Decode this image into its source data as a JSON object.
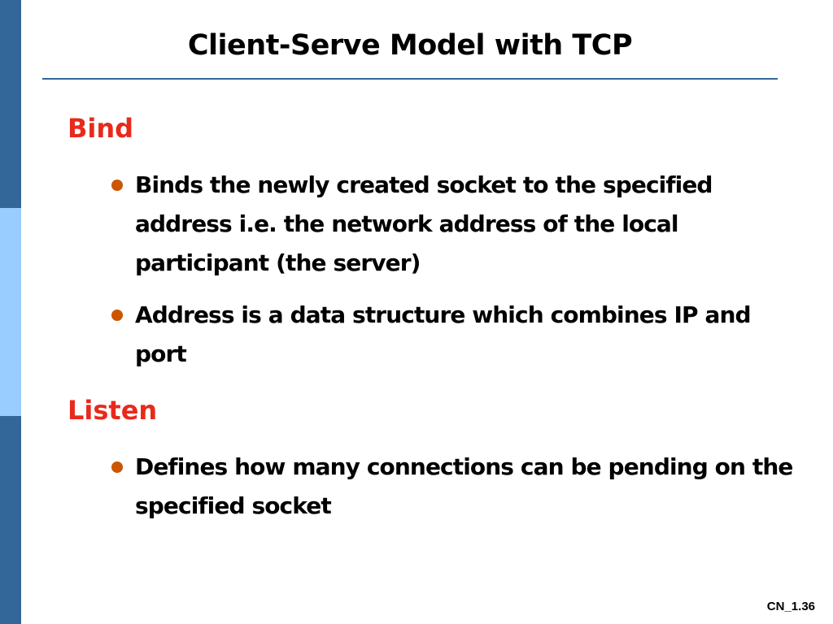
{
  "slide": {
    "title": "Client-Serve Model with TCP",
    "slide_number": "CN_1.36",
    "colors": {
      "sidebar_dark": "#336699",
      "sidebar_light": "#99ccff",
      "rule": "#336699",
      "heading": "#e8291c",
      "bullet": "#cc5500"
    },
    "sections": [
      {
        "heading": "Bind",
        "bullets": [
          "Binds the newly created socket to the specified address i.e. the network address of the local participant (the server)",
          "Address is a data structure which combines IP and port"
        ]
      },
      {
        "heading": "Listen",
        "bullets": [
          "Defines how many connections can be pending on the specified socket"
        ]
      }
    ]
  }
}
